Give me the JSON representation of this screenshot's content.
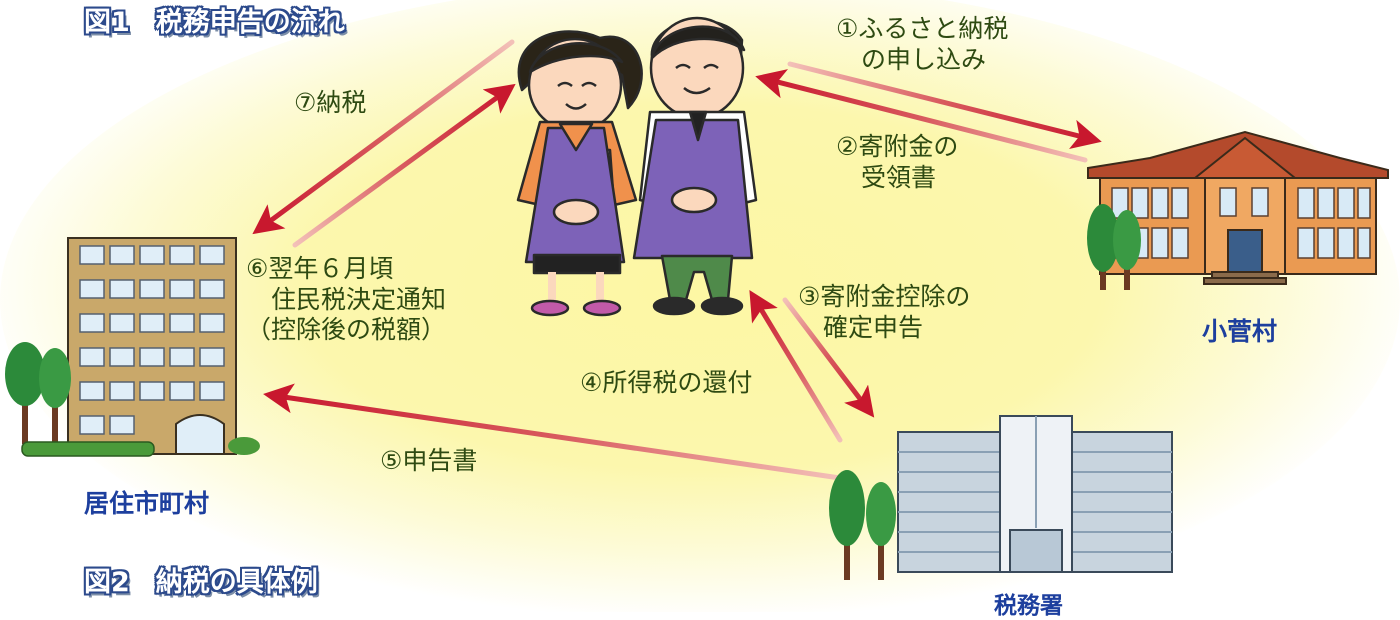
{
  "figure1": {
    "number": "図1",
    "title": "税務申告の流れ"
  },
  "figure2": {
    "number": "図2",
    "title": "納税の具体例"
  },
  "places": {
    "village": "小菅村",
    "residence": "居住市町村",
    "tax_office": "税務署"
  },
  "steps": {
    "s1": "①ふるさと納税\n　の申し込み",
    "s2": "②寄附金の\n　受領書",
    "s3": "③寄附金控除の\n　確定申告",
    "s4": "④所得税の還付",
    "s5": "⑤申告書",
    "s6": "⑥翌年６月頃\n　住民税決定通知\n（控除後の税額）",
    "s7": "⑦納税"
  },
  "colors": {
    "arrow": "#c8182e",
    "arrow_fade": "#f4c4bc",
    "label_text": "#2e4a12",
    "place_text": "#1d3f9e",
    "background_glow": "#fbf6a0"
  }
}
